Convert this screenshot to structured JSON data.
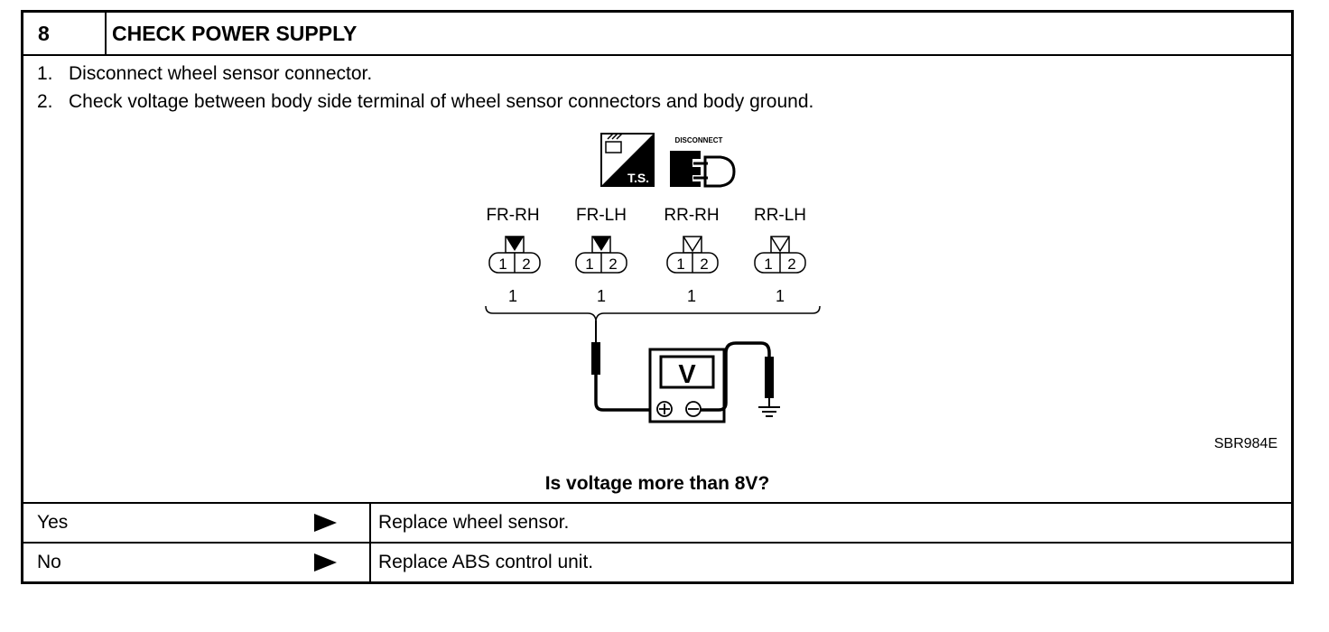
{
  "header": {
    "step_number": "8",
    "title": "CHECK POWER SUPPLY"
  },
  "steps": [
    {
      "num": "1.",
      "text": "Disconnect wheel sensor connector."
    },
    {
      "num": "2.",
      "text": "Check voltage between body side terminal of wheel sensor connectors and body ground."
    }
  ],
  "diagram": {
    "icons": {
      "ts_label": "T.S.",
      "disconnect_label": "DISCONNECT"
    },
    "connectors": [
      {
        "label": "FR-RH",
        "terminal": "1",
        "pin_left": "1",
        "pin_right": "2"
      },
      {
        "label": "FR-LH",
        "terminal": "1",
        "pin_left": "1",
        "pin_right": "2"
      },
      {
        "label": "RR-RH",
        "terminal": "1",
        "pin_left": "1",
        "pin_right": "2"
      },
      {
        "label": "RR-LH",
        "terminal": "1",
        "pin_left": "1",
        "pin_right": "2"
      }
    ],
    "meter_label": "V",
    "figure_id": "SBR984E"
  },
  "question": "Is voltage more than 8V?",
  "results": [
    {
      "condition": "Yes",
      "action": "Replace wheel sensor."
    },
    {
      "condition": "No",
      "action": "Replace ABS control unit."
    }
  ]
}
